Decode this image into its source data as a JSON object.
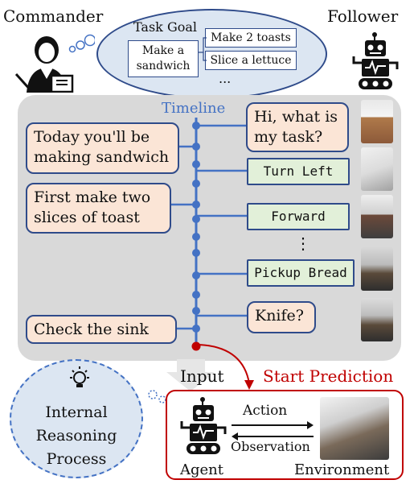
{
  "roles": {
    "commander": "Commander",
    "follower": "Follower"
  },
  "goal": {
    "title": "Task Goal",
    "root": "Make a sandwich",
    "subtasks": [
      "Make 2 toasts",
      "Slice a lettuce"
    ],
    "more": "..."
  },
  "timeline": {
    "label": "Timeline",
    "dialogue": [
      {
        "who": "follower",
        "text": "Hi, what is my task?"
      },
      {
        "who": "commander",
        "text": "Today you'll be making sandwich"
      },
      {
        "who": "follower-action",
        "text": "Turn Left"
      },
      {
        "who": "commander",
        "text": "First make two slices of toast"
      },
      {
        "who": "follower-action",
        "text": "Forward"
      },
      {
        "who": "ellipsis",
        "text": "⋮"
      },
      {
        "who": "follower-action",
        "text": "Pickup Bread"
      },
      {
        "who": "follower",
        "text": "Knife?"
      },
      {
        "who": "commander",
        "text": "Check the sink"
      }
    ]
  },
  "bottom": {
    "input_label": "Input",
    "start_label": "Start Prediction",
    "reasoning": "Internal Reasoning Process",
    "action": "Action",
    "observation": "Observation",
    "agent": "Agent",
    "environment": "Environment"
  },
  "colors": {
    "timeline_blue": "#4472c4",
    "start_red": "#c00000",
    "commander_bubble": "#fbe5d6",
    "action_box": "#e2f0d9",
    "reasoning_fill": "#dce6f2"
  }
}
